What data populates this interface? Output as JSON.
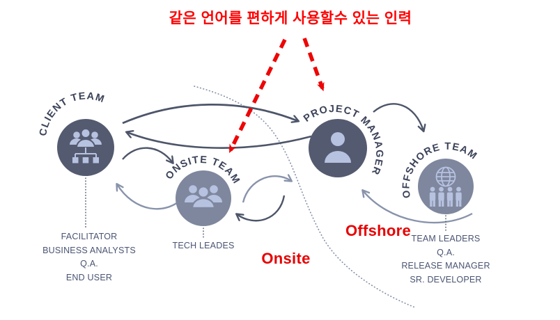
{
  "title": {
    "text": "같은 언어를 편하게 사용할수 있는 인력"
  },
  "zone_labels": {
    "onsite": "Onsite",
    "offshore": "Offshore"
  },
  "nodes": {
    "client": {
      "label": "CLIENT TEAM",
      "roles": [
        "FACILITATOR",
        "BUSINESS ANALYSTS",
        "Q.A.",
        "END USER"
      ]
    },
    "onsite": {
      "label": "ONSITE TEAM",
      "roles": [
        "TECH LEADES"
      ]
    },
    "pm": {
      "label": "PROJECT MANAGER"
    },
    "offshore": {
      "label": "OFFSHORE TEAM",
      "roles": [
        "TEAM LEADERS",
        "Q.A.",
        "RELEASE MANAGER",
        "SR. DEVELOPER"
      ]
    }
  },
  "icons": {
    "client": "org-chart-team-icon",
    "onsite": "people-group-icon",
    "pm": "person-icon",
    "offshore": "globe-people-icon"
  },
  "palette": {
    "node_dark": "#545b70",
    "node_mid": "#7e879d",
    "icon_light": "#b7c2e1",
    "arc_label_text": "#3c4359",
    "list_text": "#4a5472",
    "arrow_dark": "#4d5569",
    "arrow_light": "#8893ab",
    "divider_dotted": "#8590a6",
    "red_title": "#ff0000",
    "red_zone": "#e80000"
  }
}
